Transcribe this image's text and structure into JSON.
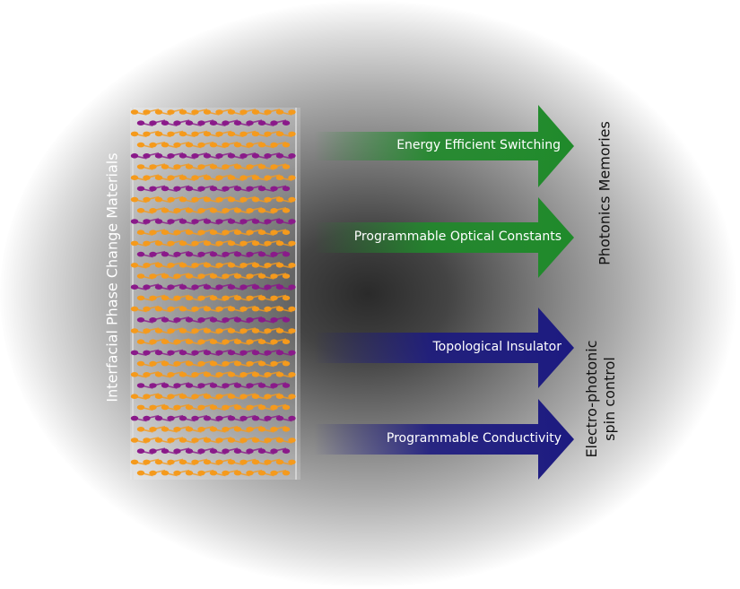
{
  "left_title": "Interfacial Phase Change Materials",
  "arrows": [
    {
      "label": "Energy Efficient Switching",
      "color": "#1f8a2a"
    },
    {
      "label": "Programmable Optical Constants",
      "color": "#1f8a2a"
    },
    {
      "label": "Topological Insulator",
      "color": "#1c1a80"
    },
    {
      "label": "Programmable Conductivity",
      "color": "#1c1a80"
    }
  ],
  "applications": {
    "top": "Photonics Memories",
    "bottom_line1": "Electro-photonic",
    "bottom_line2": "spin control"
  },
  "atom_colors": {
    "orange": "#f59a1c",
    "purple": "#8a1a8a"
  }
}
